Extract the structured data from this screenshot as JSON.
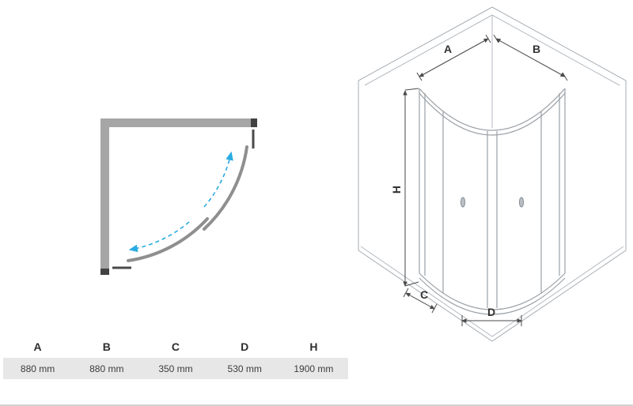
{
  "plan_view": {
    "colors": {
      "wall": "#a6a6a6",
      "wall_cap": "#424242",
      "fixed_profile": "#4a4a4a",
      "door_glass": "#8f8f8f",
      "swing_arrow": "#29abe2"
    }
  },
  "iso_view": {
    "labels": {
      "a": "A",
      "b": "B",
      "h": "H",
      "c": "C",
      "d": "D"
    },
    "line_color": "#a7adb3",
    "dimension_color": "#4a4a4a"
  },
  "dimensions_table": {
    "headers": [
      "A",
      "B",
      "C",
      "D",
      "H"
    ],
    "values": [
      "880 mm",
      "880 mm",
      "350 mm",
      "530 mm",
      "1900 mm"
    ],
    "row_background": "#e7e7e7"
  }
}
